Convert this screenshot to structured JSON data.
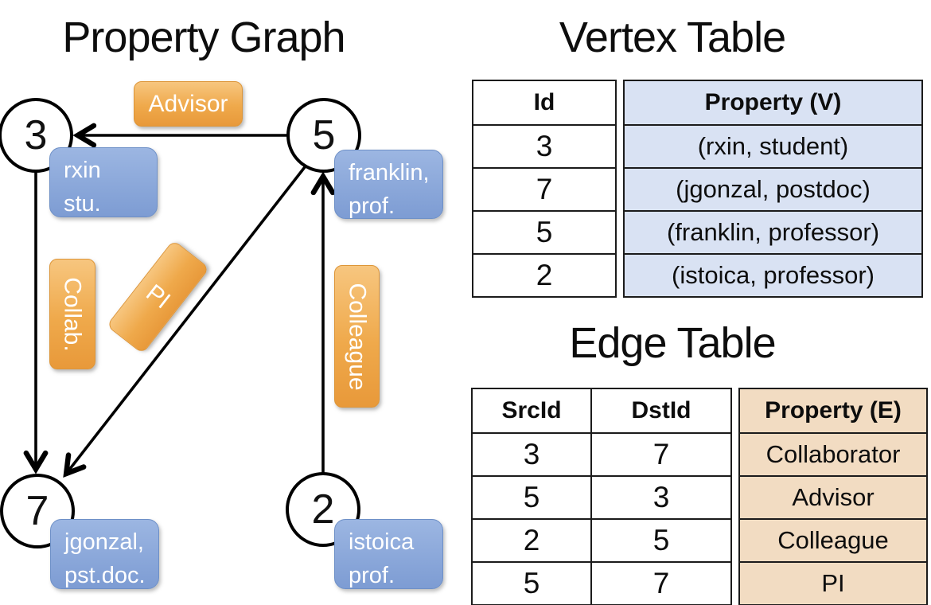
{
  "titles": {
    "property_graph": "Property Graph",
    "vertex_table": "Vertex Table",
    "edge_table": "Edge Table"
  },
  "colors": {
    "edge_label_orange": "#efa94b",
    "vertex_property_blue": "#7d9cd3",
    "vertex_table_fill": "#d9e2f3",
    "edge_table_fill": "#f2dcc2",
    "line_color": "#000000"
  },
  "graph": {
    "nodes": [
      {
        "id": "3",
        "prop_line1": "rxin",
        "prop_line2": "stu."
      },
      {
        "id": "5",
        "prop_line1": "franklin,",
        "prop_line2": "prof."
      },
      {
        "id": "7",
        "prop_line1": "jgonzal,",
        "prop_line2": "pst.doc."
      },
      {
        "id": "2",
        "prop_line1": "istoica",
        "prop_line2": "prof."
      }
    ],
    "edges": [
      {
        "label": "Advisor",
        "from": "5",
        "to": "3"
      },
      {
        "label": "Collab.",
        "from": "3",
        "to": "7"
      },
      {
        "label": "PI",
        "from": "5",
        "to": "7"
      },
      {
        "label": "Colleague",
        "from": "2",
        "to": "5"
      }
    ]
  },
  "vertex_table": {
    "headers": {
      "id": "Id",
      "property": "Property (V)"
    },
    "rows": [
      {
        "id": "3",
        "property": "(rxin, student)"
      },
      {
        "id": "7",
        "property": "(jgonzal, postdoc)"
      },
      {
        "id": "5",
        "property": "(franklin, professor)"
      },
      {
        "id": "2",
        "property": "(istoica, professor)"
      }
    ]
  },
  "edge_table": {
    "headers": {
      "src": "SrcId",
      "dst": "DstId",
      "property": "Property (E)"
    },
    "rows": [
      {
        "src": "3",
        "dst": "7",
        "property": "Collaborator"
      },
      {
        "src": "5",
        "dst": "3",
        "property": "Advisor"
      },
      {
        "src": "2",
        "dst": "5",
        "property": "Colleague"
      },
      {
        "src": "5",
        "dst": "7",
        "property": "PI"
      }
    ]
  }
}
